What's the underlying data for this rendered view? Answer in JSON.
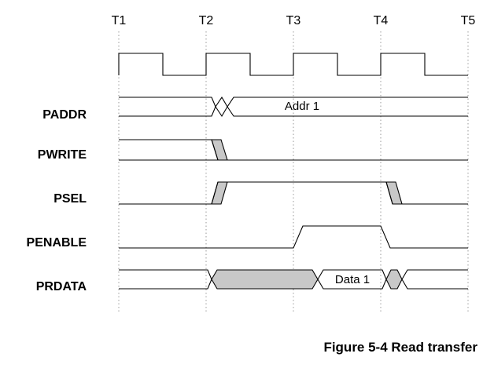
{
  "diagram": {
    "time_markers": [
      "T1",
      "T2",
      "T3",
      "T4",
      "T5"
    ],
    "signals": {
      "clock": {
        "name": ""
      },
      "paddr": {
        "name": "PADDR",
        "value": "Addr 1"
      },
      "pwrite": {
        "name": "PWRITE"
      },
      "psel": {
        "name": "PSEL"
      },
      "penable": {
        "name": "PENABLE"
      },
      "prdata": {
        "name": "PRDATA",
        "value": "Data 1"
      }
    },
    "caption": "Figure 5-4 Read transfer",
    "colors": {
      "line": "#000000",
      "shade": "#c8c8c8",
      "guide": "#9a9a9a"
    }
  }
}
